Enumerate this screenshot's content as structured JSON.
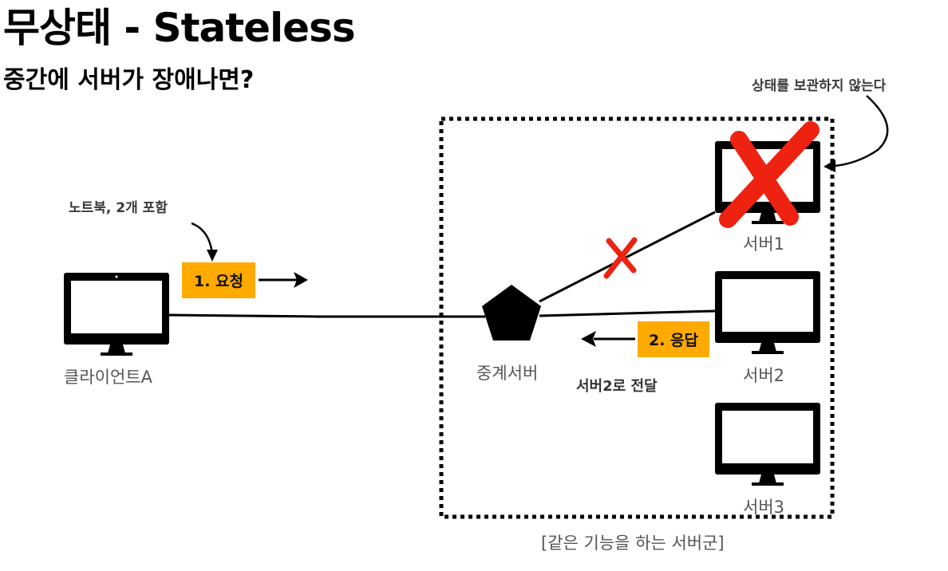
{
  "title": "무상태 - Stateless",
  "subtitle": "중간에 서버가 장애나면?",
  "notes": {
    "laptop": "노트북, 2개 포함",
    "stateless": "상태를 보관하지 않는다",
    "forward": "서버2로 전달"
  },
  "tags": {
    "request": "1. 요청",
    "response": "2. 응답"
  },
  "labels": {
    "client": "클라이언트A",
    "proxy": "중계서버",
    "server1": "서버1",
    "server2": "서버2",
    "server3": "서버3",
    "group": "[같은 기능을 하는 서버군]"
  },
  "colors": {
    "tag": "#FFAA00",
    "cross": "#EE2211",
    "device": "#000000"
  },
  "status": {
    "server1": "failed"
  }
}
